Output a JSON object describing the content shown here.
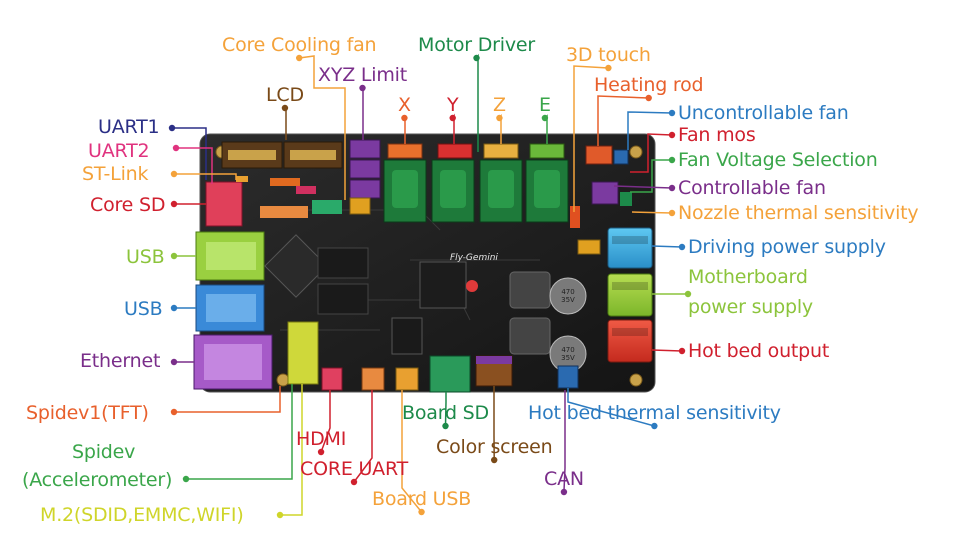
{
  "board_text": "Fly-Gemini",
  "capacitor_text": [
    "470",
    "35V"
  ],
  "colors": {
    "navy": "#2b2f86",
    "pink": "#e0337f",
    "orange": "#f4a23a",
    "red": "#d0202e",
    "lime": "#8cc43c",
    "blue": "#2c7bc1",
    "purple": "#7a2e8a",
    "dkorange": "#e8602c",
    "green": "#1d8a4a",
    "brown": "#7a4a18",
    "yellow": "#cfd52a",
    "greenlight": "#3aa64a"
  },
  "labels": [
    {
      "id": "core-cooling-fan",
      "text": "Core Cooling fan",
      "color": "orange"
    },
    {
      "id": "motor-driver",
      "text": "Motor Driver",
      "color": "green"
    },
    {
      "id": "3d-touch",
      "text": "3D touch",
      "color": "orange"
    },
    {
      "id": "xyz-limit",
      "text": "XYZ Limit",
      "color": "purple"
    },
    {
      "id": "lcd",
      "text": "LCD",
      "color": "brown"
    },
    {
      "id": "x",
      "text": "X",
      "color": "dkorange"
    },
    {
      "id": "y",
      "text": "Y",
      "color": "red"
    },
    {
      "id": "z",
      "text": "Z",
      "color": "orange"
    },
    {
      "id": "e",
      "text": "E",
      "color": "greenlight"
    },
    {
      "id": "heating-rod",
      "text": "Heating rod",
      "color": "dkorange"
    },
    {
      "id": "uncontrollable-fan",
      "text": "Uncontrollable fan",
      "color": "blue"
    },
    {
      "id": "fan-mos",
      "text": "Fan mos",
      "color": "red"
    },
    {
      "id": "fan-voltage-selection",
      "text": "Fan Voltage Selection",
      "color": "greenlight"
    },
    {
      "id": "controllable-fan",
      "text": "Controllable fan",
      "color": "purple"
    },
    {
      "id": "nozzle-thermal-sensitivity",
      "text": "Nozzle thermal sensitivity",
      "color": "orange"
    },
    {
      "id": "driving-power-supply",
      "text": "Driving power supply",
      "color": "blue"
    },
    {
      "id": "motherboard-power-supply-1",
      "text": "Motherboard",
      "color": "lime"
    },
    {
      "id": "motherboard-power-supply-2",
      "text": "power supply",
      "color": "lime"
    },
    {
      "id": "hot-bed-output",
      "text": "Hot bed output",
      "color": "red"
    },
    {
      "id": "uart1",
      "text": "UART1",
      "color": "navy"
    },
    {
      "id": "uart2",
      "text": "UART2",
      "color": "pink"
    },
    {
      "id": "st-link",
      "text": "ST-Link",
      "color": "orange"
    },
    {
      "id": "core-sd",
      "text": "Core SD",
      "color": "red"
    },
    {
      "id": "usb-1",
      "text": "USB",
      "color": "lime"
    },
    {
      "id": "usb-2",
      "text": "USB",
      "color": "blue"
    },
    {
      "id": "ethernet",
      "text": "Ethernet",
      "color": "purple"
    },
    {
      "id": "spidev1-tft",
      "text": "Spidev1(TFT)",
      "color": "dkorange"
    },
    {
      "id": "spidev-1",
      "text": "Spidev",
      "color": "greenlight"
    },
    {
      "id": "spidev-2",
      "text": "(Accelerometer)",
      "color": "greenlight"
    },
    {
      "id": "m2",
      "text": "M.2(SDID,EMMC,WIFI)",
      "color": "yellow"
    },
    {
      "id": "hdmi",
      "text": "HDMI",
      "color": "red"
    },
    {
      "id": "core-uart",
      "text": "CORE UART",
      "color": "red"
    },
    {
      "id": "board-usb",
      "text": "Board USB",
      "color": "orange"
    },
    {
      "id": "board-sd",
      "text": "Board SD",
      "color": "green"
    },
    {
      "id": "color-screen",
      "text": "Color screen",
      "color": "brown"
    },
    {
      "id": "hot-bed-thermal-sensitivity",
      "text": "Hot bed thermal sensitivity",
      "color": "blue"
    },
    {
      "id": "can",
      "text": "CAN",
      "color": "purple"
    }
  ]
}
